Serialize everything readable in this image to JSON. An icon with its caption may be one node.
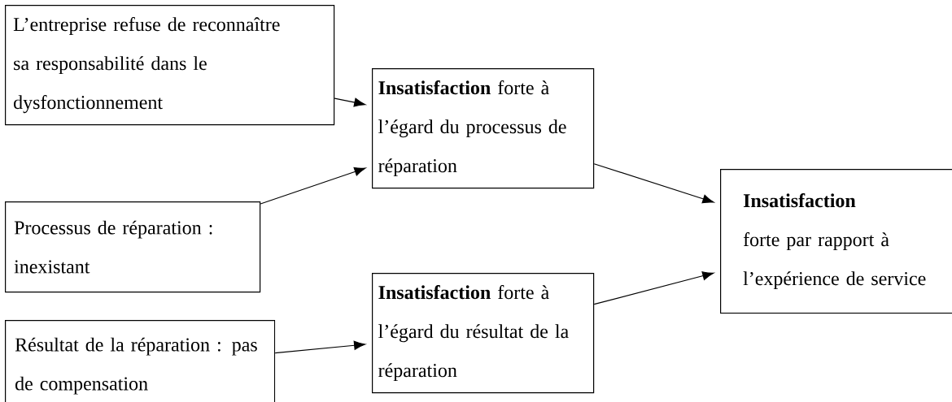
{
  "diagram": {
    "nodes": [
      {
        "text": [
          "L’entreprise refuse de reconnaître sa responsabilité dans le dysfonctionnement"
        ]
      },
      {
        "text": [
          "**Insatisfaction** forte à l’égard du processus de réparation"
        ]
      },
      {
        "text": [
          "Processus de réparation : inexistant"
        ]
      },
      {
        "text": [
          "Résultat de la réparation : pas de compensation"
        ]
      },
      {
        "text": [
          "**Insatisfaction** forte à l’égard du résultat de la réparation"
        ]
      },
      {
        "text": [
          "**Insatisfaction** forte par rapport à l’expérience de service"
        ]
      }
    ],
    "edges": [
      {
        "from": 0,
        "to": 1,
        "arrow": "to"
      },
      {
        "from": 2,
        "to": 1,
        "arrow": "to"
      },
      {
        "from": 1,
        "to": 5,
        "arrow": "to"
      },
      {
        "from": 3,
        "to": 4,
        "arrow": "to"
      },
      {
        "from": 4,
        "to": 5,
        "arrow": "to"
      }
    ]
  }
}
